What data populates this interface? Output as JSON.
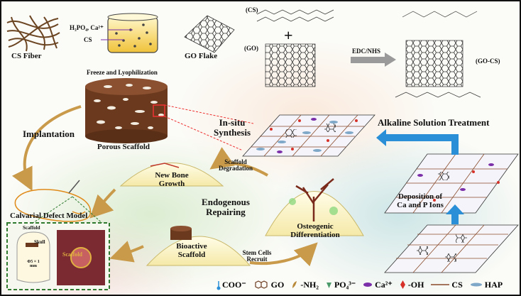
{
  "labels": {
    "cs_fiber": "CS Fiber",
    "mix_formula": "H₃PO₄, Ca²⁺",
    "mix_cs": "CS",
    "go_flake": "GO Flake",
    "freeze": "Freeze and Lyophilization",
    "porous": "Porous Scaffold",
    "implantation": "Implantation",
    "insitu": "In-situ\nSynthesis",
    "alkaline": "Alkaline Solution Treatment",
    "deposition": "Deposition of\nCa and P Ions",
    "new_bone": "New Bone\nGrowth",
    "scaffold_deg": "Scaffold\nDegradation",
    "endogenous": "Endogenous\nRepairing",
    "osteogenic": "Osteogenic\nDifferentiation",
    "bioactive": "Bioactive\nScaffold",
    "stem_cells": "Stem Cells\nRecruit",
    "calvarial": "Calvarial Defect Model",
    "inset_scaffold": "Scaffold",
    "inset_skull": "Skull",
    "inset_scaffold2": "Scaffold",
    "inset_dim": "Φ5 × 1\nmm",
    "cs_tag": "(CS)",
    "go_tag": "(GO)",
    "edc": "EDC/NHS",
    "gocs_tag": "(GO-CS)",
    "plus": "+"
  },
  "legend": [
    {
      "icon": "coo-icon",
      "label": "COO⁻"
    },
    {
      "icon": "go-icon",
      "label": "GO"
    },
    {
      "icon": "nh2-icon",
      "label": "-NH₂"
    },
    {
      "icon": "po4-icon",
      "label": "PO₄³⁻"
    },
    {
      "icon": "ca-icon",
      "label": "Ca²⁺"
    },
    {
      "icon": "oh-icon",
      "label": "-OH"
    },
    {
      "icon": "cs-line-icon",
      "label": "CS"
    },
    {
      "icon": "hap-icon",
      "label": "HAP"
    }
  ],
  "colors": {
    "arrow_blue": "#2a8fd6",
    "arrow_gold": "#c99a4a",
    "scaffold_brown": "#6b3a1e",
    "red_dot": "#d43a2a",
    "green_dash": "#2f7a2f",
    "ca_purple": "#7b2fa8",
    "oh_red": "#d6322a",
    "nh2_tan": "#b88a3a",
    "cs_line": "#8a4a2a",
    "hap_blue": "#7fa8c8"
  }
}
